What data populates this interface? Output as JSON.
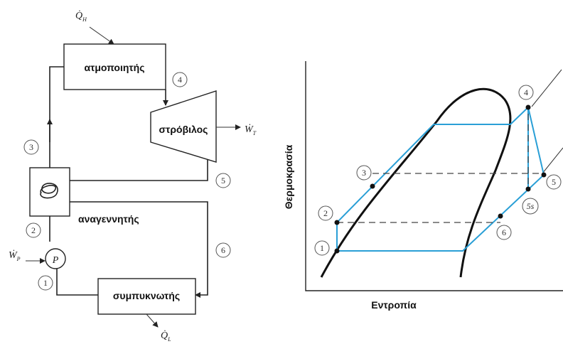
{
  "schematic": {
    "heat_in": "Q̇",
    "heat_in_sub": "H",
    "heat_out": "Q̇",
    "heat_out_sub": "L",
    "turbine_work": "Ẇ",
    "turbine_work_sub": "T",
    "pump_work": "Ẇ",
    "pump_work_sub": "P",
    "pump_symbol": "P",
    "boiler_label": "ατμοποιητής",
    "turbine_label": "στρόβιλος",
    "regenerator_label": "αναγεννητής",
    "condenser_label": "συμπυκνωτής",
    "state_labels": {
      "s1": "1",
      "s2": "2",
      "s3": "3",
      "s4": "4",
      "s5": "5",
      "s6": "6"
    }
  },
  "ts_diagram": {
    "ylabel": "Θερμοκρασία",
    "xlabel": "Εντροπία",
    "state_labels": {
      "s1": "1",
      "s2": "2",
      "s3": "3",
      "s4": "4",
      "s5": "5",
      "s5s": "5s",
      "s6": "6"
    },
    "cycle_color": "#2a9fd6",
    "dome_color": "#111111"
  }
}
